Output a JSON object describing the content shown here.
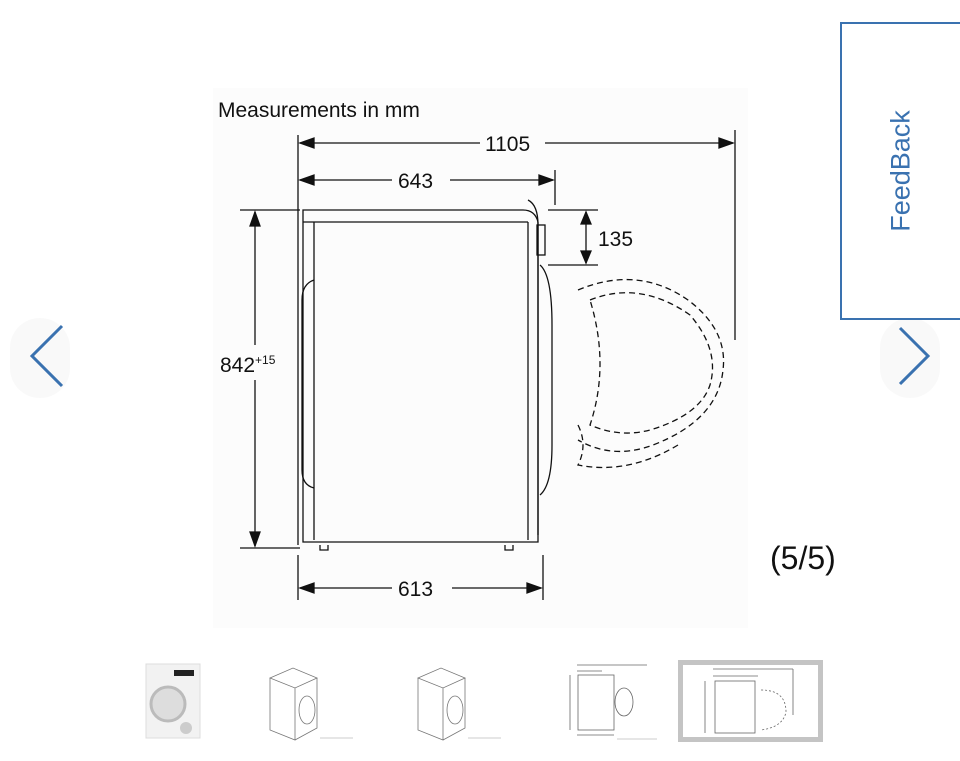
{
  "gallery": {
    "counter": "(5/5)",
    "current_index": 5,
    "total": 5,
    "main_image": {
      "caption": "Measurements in mm",
      "dimensions": {
        "total_depth": "1105",
        "depth": "643",
        "top_height": "135",
        "height": "842",
        "height_sup": "+15",
        "base_depth": "613"
      }
    },
    "prev_icon": "chevron-left-icon",
    "next_icon": "chevron-right-icon",
    "thumbnails": [
      {
        "label": "dryer-photo",
        "selected": false
      },
      {
        "label": "isometric-drawing-1",
        "selected": false
      },
      {
        "label": "isometric-drawing-2",
        "selected": false
      },
      {
        "label": "dimension-drawing-1",
        "selected": false
      },
      {
        "label": "dimension-drawing-2",
        "selected": true
      }
    ]
  },
  "feedback": {
    "label": "FeedBack"
  },
  "colors": {
    "accent": "#3a72b0",
    "thumb_border": "#c4c4c4"
  }
}
